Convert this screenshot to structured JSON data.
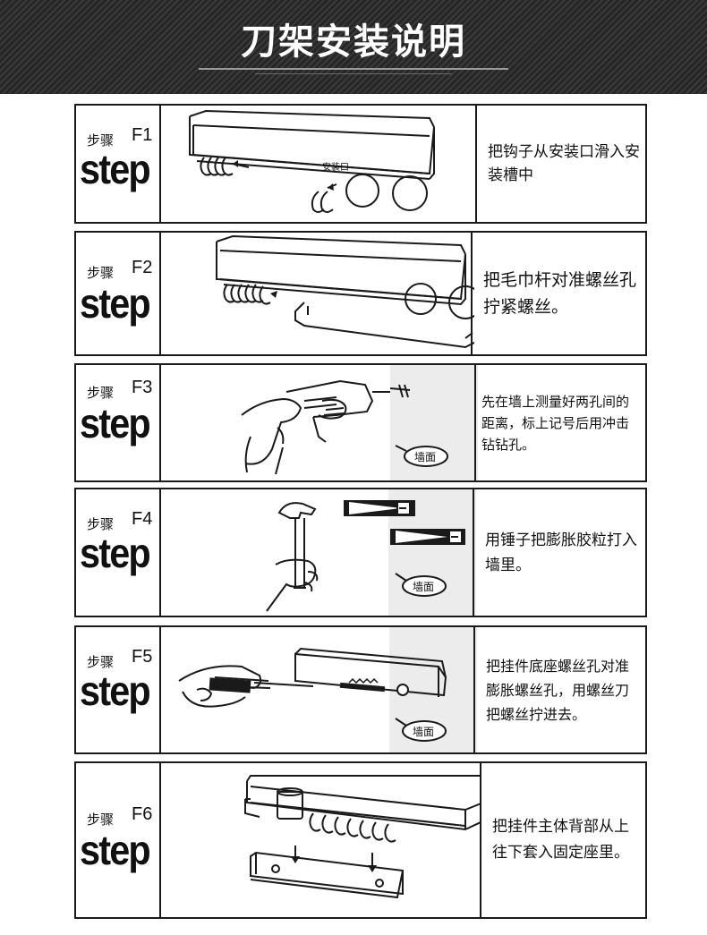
{
  "header": {
    "title": "刀架安装说明"
  },
  "steps": [
    {
      "cn_label": "步骤",
      "code": "F1",
      "word": "step",
      "slot_label": "安装口",
      "description": "把钩子从安装口滑入安装槽中"
    },
    {
      "cn_label": "步骤",
      "code": "F2",
      "word": "step",
      "description": "把毛巾杆对准螺丝孔拧紧螺丝。"
    },
    {
      "cn_label": "步骤",
      "code": "F3",
      "word": "step",
      "wall_label": "墙面",
      "description": "先在墙上测量好两孔间的距离，标上记号后用冲击钻钻孔。"
    },
    {
      "cn_label": "步骤",
      "code": "F4",
      "word": "step",
      "wall_label": "墙面",
      "description": "用锤子把膨胀胶粒打入墙里。"
    },
    {
      "cn_label": "步骤",
      "code": "F5",
      "word": "step",
      "wall_label": "墙面",
      "description": "把挂件底座螺丝孔对准膨胀螺丝孔，用螺丝刀把螺丝拧进去。"
    },
    {
      "cn_label": "步骤",
      "code": "F6",
      "word": "step",
      "description": "把挂件主体背部从上往下套入固定座里。"
    }
  ],
  "colors": {
    "header_bg": "#2e2e2e",
    "wall_shade": "#ececec",
    "line": "#1a1a1a"
  }
}
